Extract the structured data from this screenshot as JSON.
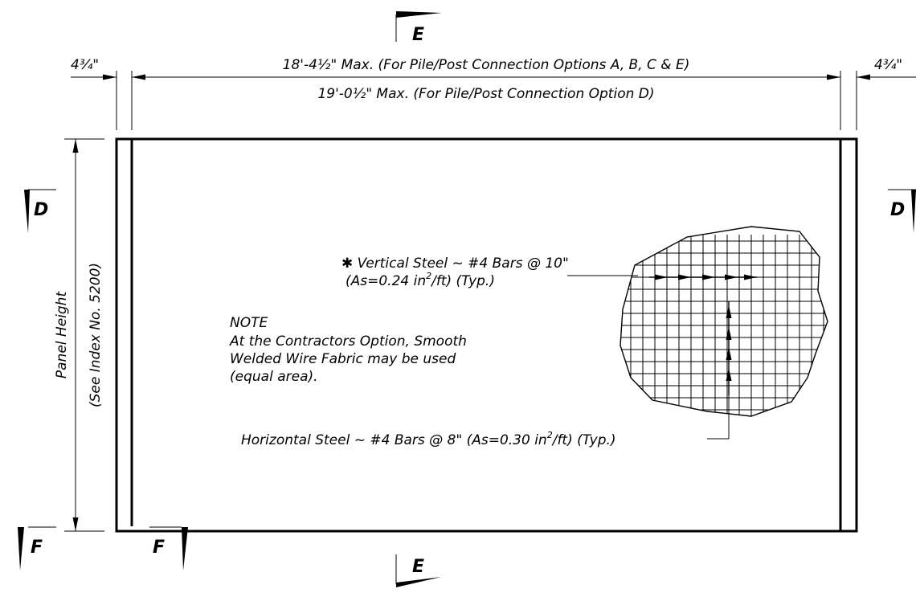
{
  "dimensions": {
    "left_edge": "4¾\"",
    "right_edge": "4¾\"",
    "max_length_abce": "18'-4½\" Max. (For Pile/Post Connection Options A, B, C & E)",
    "max_length_d": "19'-0½\" Max. (For Pile/Post Connection Option D)",
    "panel_height": "Panel Height",
    "panel_height_ref": "(See Index No. 5200)"
  },
  "sections": {
    "top": "E",
    "bottom": "E",
    "left_d": "D",
    "right_d": "D",
    "bottom_left_f": "F",
    "inner_f": "F"
  },
  "callouts": {
    "vertical_steel": "✱ Vertical Steel ~ #4 Bars @ 10\"",
    "vertical_area_prefix": "(As=0.24 in",
    "vertical_area_sup": "2",
    "vertical_area_suffix": "/ft) (Typ.)",
    "horizontal_steel_prefix": "Horizontal Steel ~ #4 Bars @ 8\" (As=0.30 in",
    "horizontal_area_sup": "2",
    "horizontal_area_suffix": "/ft) (Typ.)"
  },
  "note": {
    "title": "NOTE",
    "line1": "At the Contractors Option, Smooth",
    "line2": "Welded Wire Fabric may be used",
    "line3": "(equal area)."
  }
}
